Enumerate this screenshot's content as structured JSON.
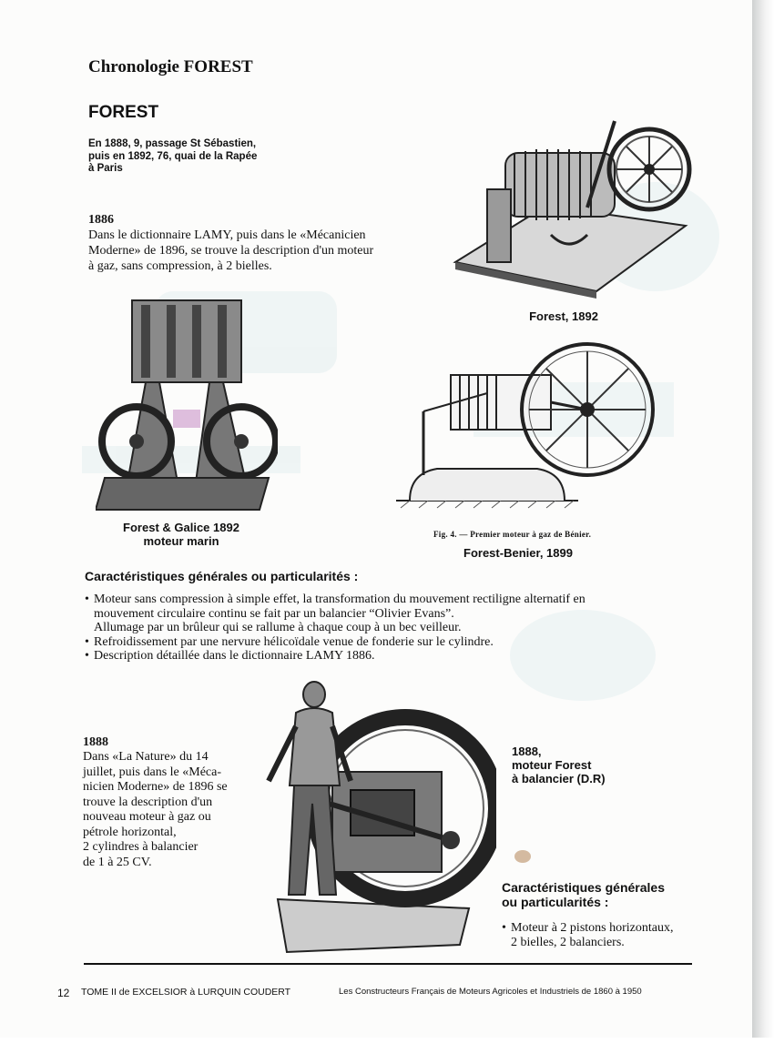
{
  "chronology_title": "Chronologie FOREST",
  "maker_name": "FOREST",
  "address_lines": [
    "En 1888, 9, passage St Sébastien,",
    "puis en 1892, 76, quai de la Rapée",
    "à Paris"
  ],
  "entry_1886": {
    "year": "1886",
    "lines": [
      "Dans le dictionnaire LAMY, puis dans le «Mécanicien",
      "Moderne» de 1896, se trouve la description d'un moteur",
      "à gaz, sans compression, à 2 bielles."
    ]
  },
  "figures": {
    "forest_1892": "Forest, 1892",
    "marine_caption": [
      "Forest & Galice 1892",
      "moteur marin"
    ],
    "benier_fig_note": "Fig. 4. — Premier moteur à gaz de Bénier.",
    "benier_caption": "Forest-Benier, 1899",
    "balancier_caption": [
      "1888,",
      "moteur Forest",
      "à balancier (D.R)"
    ]
  },
  "characteristics_1": {
    "heading": "Caractéristiques générales ou particularités :",
    "items": [
      {
        "lines": [
          "Moteur sans compression à simple effet, la transformation du mouvement rectiligne alternatif en",
          "mouvement circulaire continu se fait par un balancier “Olivier Evans”.",
          "Allumage par un brûleur qui se rallume à chaque coup à un bec veilleur."
        ]
      },
      {
        "lines": [
          "Refroidissement par une nervure hélicoïdale venue de fonderie sur le cylindre."
        ]
      },
      {
        "lines": [
          "Description détaillée dans le dictionnaire LAMY 1886."
        ]
      }
    ]
  },
  "entry_1888": {
    "year": "1888",
    "lines": [
      "Dans «La Nature» du 14",
      "juillet, puis dans le «Méca-",
      "nicien Moderne» de 1896 se",
      "trouve la description d'un",
      "nouveau moteur à gaz ou",
      "pétrole horizontal,",
      "2 cylindres à balancier",
      "de 1 à 25 CV."
    ]
  },
  "characteristics_2": {
    "heading_lines": [
      "Caractéristiques générales",
      "ou particularités :"
    ],
    "items": [
      {
        "lines": [
          "Moteur à 2 pistons horizontaux,",
          "2 bielles, 2 balanciers."
        ]
      }
    ]
  },
  "footer": {
    "page_number": "12",
    "volume": "TOME II de EXCELSIOR à LURQUIN COUDERT",
    "book_title": "Les Constructeurs Français de Moteurs Agricoles et Industriels de 1860 à 1950"
  },
  "colors": {
    "ink": "#111111",
    "paper": "#fcfcfb",
    "bleed": "#cfe2e4"
  }
}
